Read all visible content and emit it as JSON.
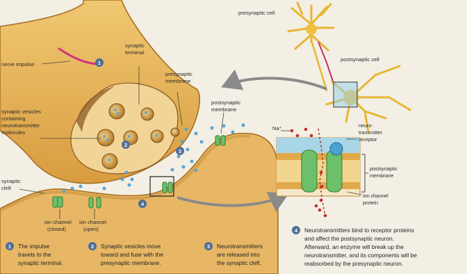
{
  "labels": {
    "presynaptic_cell": "presynaptic cell",
    "postsynaptic_cell": "postsynaptic cell",
    "nerve_impulse": "nerve impulse",
    "synaptic_terminal_1": "synaptic",
    "synaptic_terminal_2": "terminal",
    "presynaptic_membrane_1": "presynaptic",
    "presynaptic_membrane_2": "membrane",
    "postsynaptic_membrane_1": "postsynaptic",
    "postsynaptic_membrane_2": "membrane",
    "vesicles_1": "synaptic vesicles",
    "vesicles_2": "containing",
    "vesicles_3": "neurotransmitter",
    "vesicles_4": "molecules",
    "synaptic_cleft_1": "synaptic",
    "synaptic_cleft_2": "cleft",
    "ion_closed_1": "ion channel",
    "ion_closed_2": "(closed)",
    "ion_open_1": "ion channel",
    "ion_open_2": "(open)",
    "na": "Na⁺",
    "receptor_1": "neuro-",
    "receptor_2": "transmitter",
    "receptor_3": "receptor",
    "inset_membrane_1": "postsynaptic",
    "inset_membrane_2": "membrane",
    "inset_ion_1": "ion channel",
    "inset_ion_2": "protein"
  },
  "steps": [
    {
      "num": "1",
      "lines": [
        "The impulse",
        "travels to the",
        "synaptic terminal."
      ]
    },
    {
      "num": "2",
      "lines": [
        "Synaptic vesicles move",
        "toward and fuse with the",
        "presynaptic membrane."
      ]
    },
    {
      "num": "3",
      "lines": [
        "Neurotransmitters",
        "are released into",
        "the synaptic cleft."
      ]
    },
    {
      "num": "4",
      "lines": [
        "Neurotransmitters bind to receptor proteins",
        "and affect the postsynaptic neuron.",
        "Afterward, an enzyme will break up the",
        "neurotransmitter, and its components will be",
        "reabsorbed by the presynaptic neuron."
      ]
    }
  ],
  "markers": [
    "1",
    "2",
    "3",
    "4"
  ],
  "colors": {
    "cell": "#e3b35d",
    "cell_dark": "#a86d24",
    "receptor": "#6cc06a",
    "step_badge": "#4e6f96",
    "impulse": "#d2347e"
  }
}
